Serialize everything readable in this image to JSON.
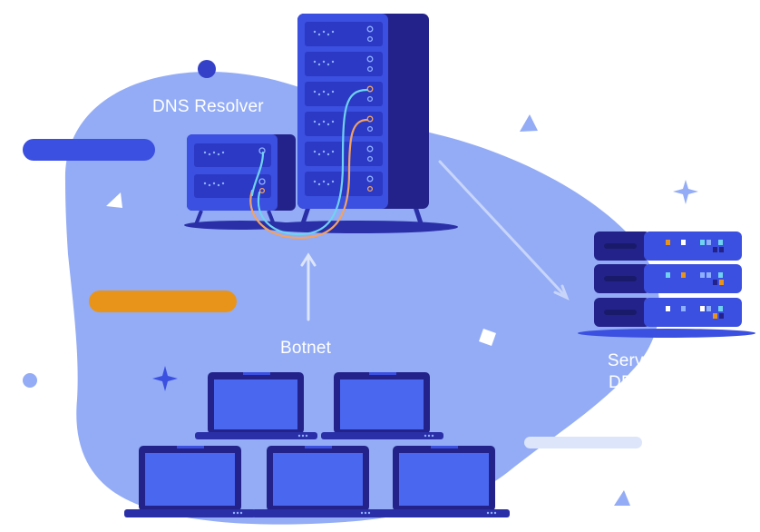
{
  "labels": {
    "dns_resolver": "DNS Resolver",
    "botnet": "Botnet",
    "target_line1": "Server under",
    "target_line2": "DDoS Attack"
  },
  "colors": {
    "blob": "#93ACF5",
    "blob_light": "#A9BFF8",
    "server_blue": "#3B4FE0",
    "server_dark": "#23228A",
    "server_shadow": "#2A2FA8",
    "laptop_screen": "#4A67F0",
    "accent_orange": "#E8941A",
    "cable_orange": "#F2A264",
    "cable_cyan": "#6FD3F0"
  }
}
